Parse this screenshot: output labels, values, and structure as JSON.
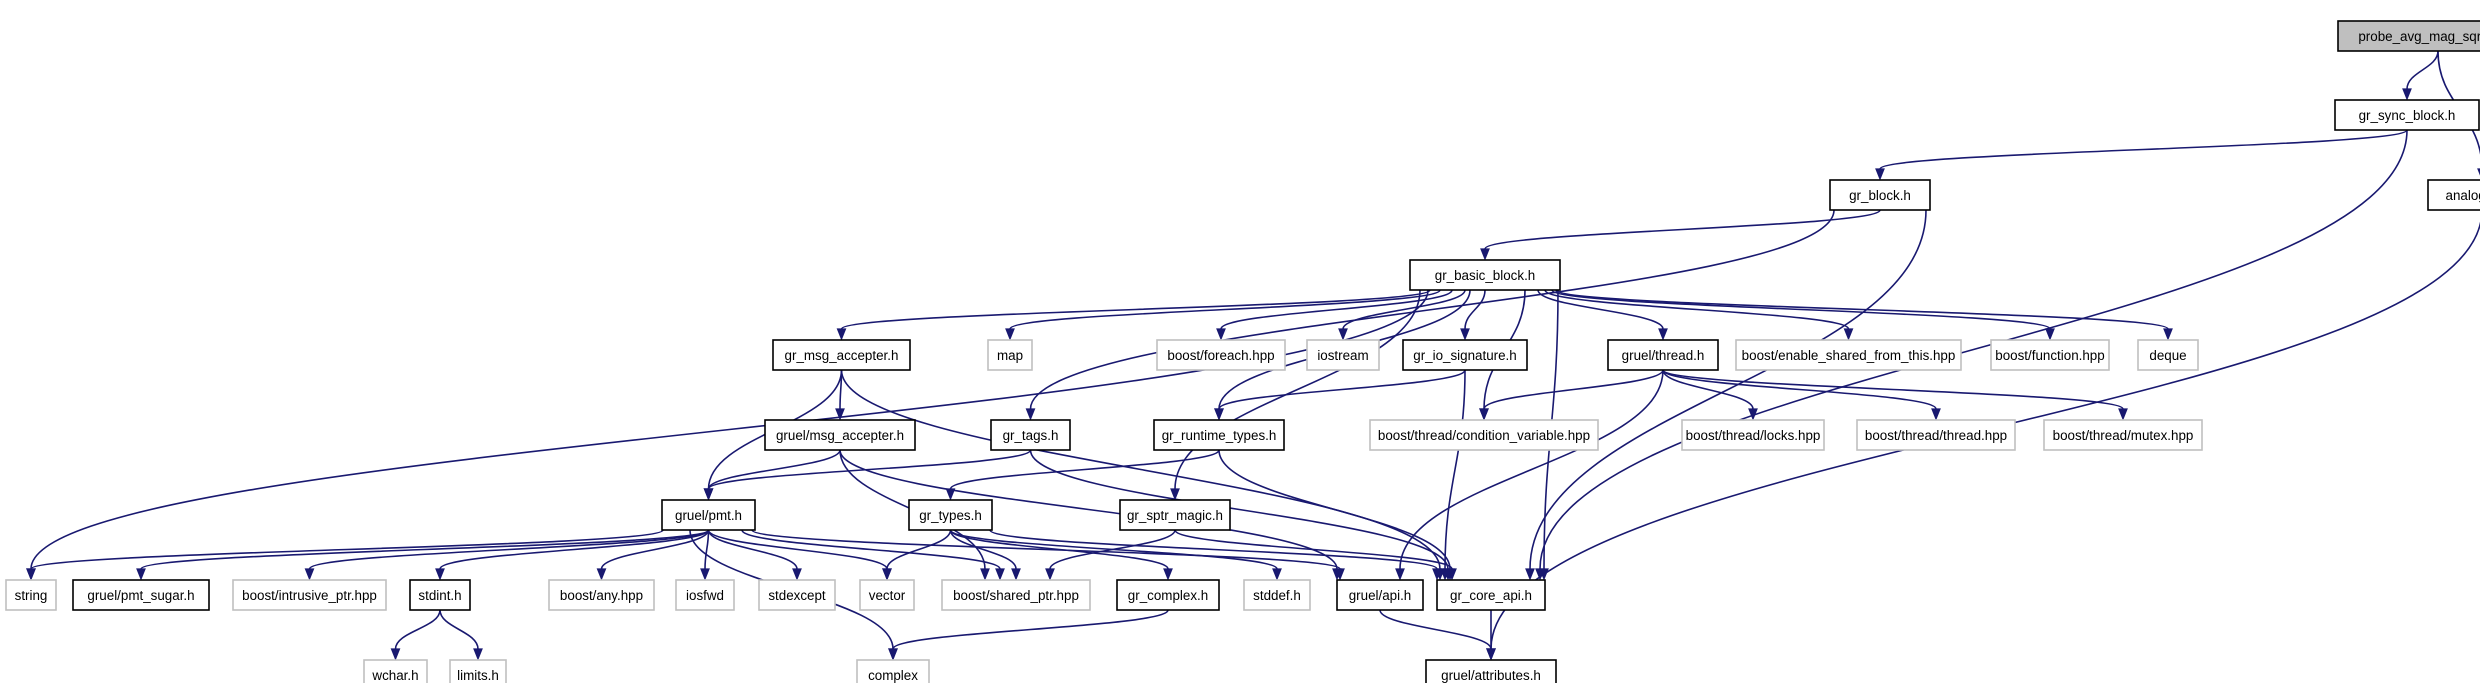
{
  "graph": {
    "nodes": [
      {
        "id": "probe",
        "label": "probe_avg_mag_sqrd_cf.h",
        "style": "root"
      },
      {
        "id": "sync",
        "label": "gr_sync_block.h",
        "style": "dark"
      },
      {
        "id": "analog",
        "label": "analog/api.h",
        "style": "dark"
      },
      {
        "id": "block",
        "label": "gr_block.h",
        "style": "dark"
      },
      {
        "id": "basic",
        "label": "gr_basic_block.h",
        "style": "dark"
      },
      {
        "id": "msgacc",
        "label": "gr_msg_accepter.h",
        "style": "dark"
      },
      {
        "id": "map",
        "label": "map",
        "style": "gray"
      },
      {
        "id": "foreach",
        "label": "boost/foreach.hpp",
        "style": "gray"
      },
      {
        "id": "iostream",
        "label": "iostream",
        "style": "gray"
      },
      {
        "id": "iosig",
        "label": "gr_io_signature.h",
        "style": "dark"
      },
      {
        "id": "gthread",
        "label": "gruel/thread.h",
        "style": "dark"
      },
      {
        "id": "enable",
        "label": "boost/enable_shared_from_this.hpp",
        "style": "gray"
      },
      {
        "id": "function",
        "label": "boost/function.hpp",
        "style": "gray"
      },
      {
        "id": "deque",
        "label": "deque",
        "style": "gray"
      },
      {
        "id": "gmsgacc",
        "label": "gruel/msg_accepter.h",
        "style": "dark"
      },
      {
        "id": "tags",
        "label": "gr_tags.h",
        "style": "dark"
      },
      {
        "id": "rtypes",
        "label": "gr_runtime_types.h",
        "style": "dark"
      },
      {
        "id": "condvar",
        "label": "boost/thread/condition_variable.hpp",
        "style": "gray"
      },
      {
        "id": "locks",
        "label": "boost/thread/locks.hpp",
        "style": "gray"
      },
      {
        "id": "bthread",
        "label": "boost/thread/thread.hpp",
        "style": "gray"
      },
      {
        "id": "mutex",
        "label": "boost/thread/mutex.hpp",
        "style": "gray"
      },
      {
        "id": "pmt",
        "label": "gruel/pmt.h",
        "style": "dark"
      },
      {
        "id": "types",
        "label": "gr_types.h",
        "style": "dark"
      },
      {
        "id": "sptr",
        "label": "gr_sptr_magic.h",
        "style": "dark"
      },
      {
        "id": "string",
        "label": "string",
        "style": "gray"
      },
      {
        "id": "pmtsugar",
        "label": "gruel/pmt_sugar.h",
        "style": "dark"
      },
      {
        "id": "intrusive",
        "label": "boost/intrusive_ptr.hpp",
        "style": "gray"
      },
      {
        "id": "stdint",
        "label": "stdint.h",
        "style": "dark"
      },
      {
        "id": "any",
        "label": "boost/any.hpp",
        "style": "gray"
      },
      {
        "id": "iosfwd",
        "label": "iosfwd",
        "style": "gray"
      },
      {
        "id": "stdexcept",
        "label": "stdexcept",
        "style": "gray"
      },
      {
        "id": "vector",
        "label": "vector",
        "style": "gray"
      },
      {
        "id": "shared",
        "label": "boost/shared_ptr.hpp",
        "style": "gray"
      },
      {
        "id": "complexh",
        "label": "gr_complex.h",
        "style": "dark"
      },
      {
        "id": "stddef",
        "label": "stddef.h",
        "style": "gray"
      },
      {
        "id": "gapi",
        "label": "gruel/api.h",
        "style": "dark"
      },
      {
        "id": "coreapi",
        "label": "gr_core_api.h",
        "style": "dark"
      },
      {
        "id": "wchar",
        "label": "wchar.h",
        "style": "gray"
      },
      {
        "id": "limits",
        "label": "limits.h",
        "style": "gray"
      },
      {
        "id": "complex",
        "label": "complex",
        "style": "gray"
      },
      {
        "id": "attrs",
        "label": "gruel/attributes.h",
        "style": "dark"
      }
    ],
    "edges": [
      [
        "probe",
        "sync"
      ],
      [
        "probe",
        "analog"
      ],
      [
        "sync",
        "block"
      ],
      [
        "sync",
        "coreapi"
      ],
      [
        "analog",
        "attrs"
      ],
      [
        "block",
        "basic"
      ],
      [
        "block",
        "tags"
      ],
      [
        "block",
        "coreapi"
      ],
      [
        "basic",
        "msgacc"
      ],
      [
        "basic",
        "map"
      ],
      [
        "basic",
        "foreach"
      ],
      [
        "basic",
        "iostream"
      ],
      [
        "basic",
        "iosig"
      ],
      [
        "basic",
        "gthread"
      ],
      [
        "basic",
        "enable"
      ],
      [
        "basic",
        "function"
      ],
      [
        "basic",
        "deque"
      ],
      [
        "basic",
        "string"
      ],
      [
        "basic",
        "rtypes"
      ],
      [
        "basic",
        "sptr"
      ],
      [
        "basic",
        "condvar"
      ],
      [
        "basic",
        "coreapi"
      ],
      [
        "msgacc",
        "gmsgacc"
      ],
      [
        "msgacc",
        "pmt"
      ],
      [
        "msgacc",
        "coreapi"
      ],
      [
        "iosig",
        "rtypes"
      ],
      [
        "iosig",
        "coreapi"
      ],
      [
        "gthread",
        "condvar"
      ],
      [
        "gthread",
        "locks"
      ],
      [
        "gthread",
        "bthread"
      ],
      [
        "gthread",
        "mutex"
      ],
      [
        "gthread",
        "gapi"
      ],
      [
        "gmsgacc",
        "pmt"
      ],
      [
        "gmsgacc",
        "shared"
      ],
      [
        "gmsgacc",
        "gapi"
      ],
      [
        "tags",
        "pmt"
      ],
      [
        "tags",
        "coreapi"
      ],
      [
        "rtypes",
        "types"
      ],
      [
        "rtypes",
        "coreapi"
      ],
      [
        "pmt",
        "string"
      ],
      [
        "pmt",
        "pmtsugar"
      ],
      [
        "pmt",
        "intrusive"
      ],
      [
        "pmt",
        "stdint"
      ],
      [
        "pmt",
        "any"
      ],
      [
        "pmt",
        "iosfwd"
      ],
      [
        "pmt",
        "stdexcept"
      ],
      [
        "pmt",
        "vector"
      ],
      [
        "pmt",
        "shared"
      ],
      [
        "pmt",
        "complex"
      ],
      [
        "pmt",
        "gapi"
      ],
      [
        "types",
        "vector"
      ],
      [
        "types",
        "shared"
      ],
      [
        "types",
        "complexh"
      ],
      [
        "types",
        "stddef"
      ],
      [
        "types",
        "coreapi"
      ],
      [
        "sptr",
        "shared"
      ],
      [
        "sptr",
        "coreapi"
      ],
      [
        "stdint",
        "wchar"
      ],
      [
        "stdint",
        "limits"
      ],
      [
        "complexh",
        "complex"
      ],
      [
        "gapi",
        "attrs"
      ],
      [
        "coreapi",
        "attrs"
      ]
    ]
  }
}
